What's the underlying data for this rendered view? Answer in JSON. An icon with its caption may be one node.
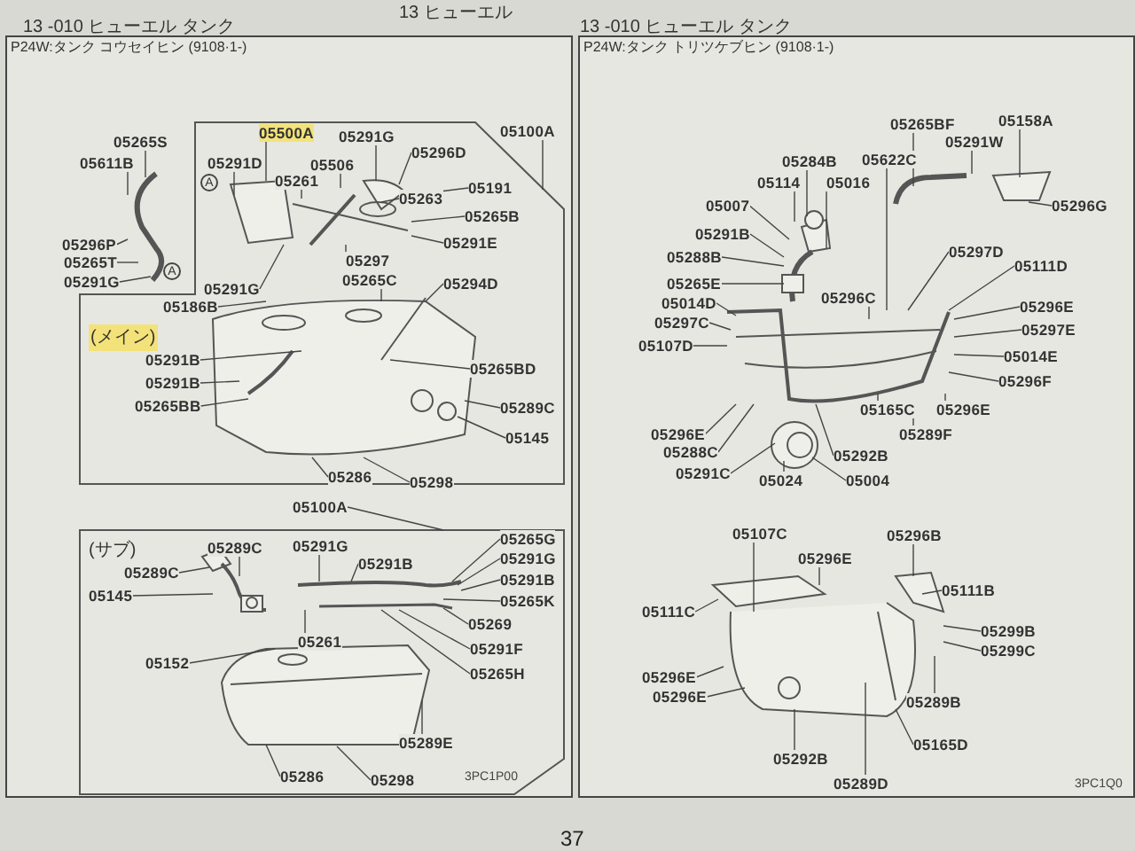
{
  "diagram": {
    "nodes": [
      {
        "text": [
          "P24W:タンク コウセイヒン (9108·1-)"
        ]
      },
      {
        "text": [],
        "shape": "picture",
        "in": 0
      },
      {
        "text": [],
        "shape": "picture",
        "in": 0
      },
      {
        "text": [
          "P24W:タンク トリツケブヒン (9108·1-)"
        ]
      },
      {
        "text": [
          "05265S"
        ],
        "in": 0
      },
      {
        "text": [
          "05611B"
        ],
        "in": 0
      },
      {
        "text": [
          "05296P"
        ],
        "in": 0
      },
      {
        "text": [
          "05265T"
        ],
        "in": 0
      },
      {
        "text": [
          "05291G"
        ],
        "in": 0
      },
      {
        "text": [
          "05500A"
        ],
        "in": 0
      },
      {
        "text": [
          "05291G"
        ],
        "in": 0
      },
      {
        "text": [
          "05296D"
        ],
        "in": 0
      },
      {
        "text": [
          "05100A"
        ],
        "in": 0
      },
      {
        "text": [
          "05291D"
        ],
        "in": 0
      },
      {
        "text": [
          "05506"
        ],
        "in": 0
      },
      {
        "text": [
          "05261"
        ],
        "in": 0
      },
      {
        "text": [
          "05263"
        ],
        "in": 0
      },
      {
        "text": [
          "05191"
        ],
        "in": 0
      },
      {
        "text": [
          "05265B"
        ],
        "in": 0
      },
      {
        "text": [
          "05291E"
        ],
        "in": 0
      },
      {
        "text": [
          "05297"
        ],
        "in": 0
      },
      {
        "text": [
          "05265C"
        ],
        "in": 0
      },
      {
        "text": [
          "05294D"
        ],
        "in": 0
      },
      {
        "text": [
          "05291G"
        ],
        "in": 0
      },
      {
        "text": [
          "05186B"
        ],
        "in": 0
      },
      {
        "text": [
          "05291B"
        ],
        "in": 0
      },
      {
        "text": [
          "05291B"
        ],
        "in": 0
      },
      {
        "text": [
          "05265BB"
        ],
        "in": 0
      },
      {
        "text": [
          "05265BD"
        ],
        "in": 0
      },
      {
        "text": [
          "05289C"
        ],
        "in": 0
      },
      {
        "text": [
          "05145"
        ],
        "in": 0
      },
      {
        "text": [
          "05286"
        ],
        "in": 0
      },
      {
        "text": [
          "05298"
        ],
        "in": 0
      },
      {
        "text": [
          "05100A"
        ],
        "in": 0
      },
      {
        "text": [
          "05289C"
        ],
        "in": 0
      },
      {
        "text": [
          "05291G"
        ],
        "in": 0
      },
      {
        "text": [
          "05289C"
        ],
        "in": 0
      },
      {
        "text": [
          "05145"
        ],
        "in": 0
      },
      {
        "text": [
          "05291B"
        ],
        "in": 0
      },
      {
        "text": [
          "05265G"
        ],
        "in": 0
      },
      {
        "text": [
          "05291G"
        ],
        "in": 0
      },
      {
        "text": [
          "05291B"
        ],
        "in": 0
      },
      {
        "text": [
          "05265K"
        ],
        "in": 0
      },
      {
        "text": [
          "05269"
        ],
        "in": 0
      },
      {
        "text": [
          "05291F"
        ],
        "in": 0
      },
      {
        "text": [
          "05261"
        ],
        "in": 0
      },
      {
        "text": [
          "05265H"
        ],
        "in": 0
      },
      {
        "text": [
          "05152"
        ],
        "in": 0
      },
      {
        "text": [
          "05289E"
        ],
        "in": 0
      },
      {
        "text": [
          "05286"
        ],
        "in": 0
      },
      {
        "text": [
          "05298"
        ],
        "in": 0
      },
      {
        "text": [
          "05265BF"
        ],
        "in": 3
      },
      {
        "text": [
          "05158A"
        ],
        "in": 3
      },
      {
        "text": [
          "05291W"
        ],
        "in": 3
      },
      {
        "text": [
          "05296G"
        ],
        "in": 3
      },
      {
        "text": [
          "05284B"
        ],
        "in": 3
      },
      {
        "text": [
          "05622C"
        ],
        "in": 3
      },
      {
        "text": [
          "05114"
        ],
        "in": 3
      },
      {
        "text": [
          "05016"
        ],
        "in": 3
      },
      {
        "text": [
          "05007"
        ],
        "in": 3
      },
      {
        "text": [
          "05291B"
        ],
        "in": 3
      },
      {
        "text": [
          "05288B"
        ],
        "in": 3
      },
      {
        "text": [
          "05297D"
        ],
        "in": 3
      },
      {
        "text": [
          "05111D"
        ],
        "in": 3
      },
      {
        "text": [
          "05265E"
        ],
        "in": 3
      },
      {
        "text": [
          "05296C"
        ],
        "in": 3
      },
      {
        "text": [
          "05014D"
        ],
        "in": 3
      },
      {
        "text": [
          "05296E"
        ],
        "in": 3
      },
      {
        "text": [
          "05297C"
        ],
        "in": 3
      },
      {
        "text": [
          "05297E"
        ],
        "in": 3
      },
      {
        "text": [
          "05107D"
        ],
        "in": 3
      },
      {
        "text": [
          "05014E"
        ],
        "in": 3
      },
      {
        "text": [
          "05296F"
        ],
        "in": 3
      },
      {
        "text": [
          "05296E"
        ],
        "in": 3
      },
      {
        "text": [
          "05165C"
        ],
        "in": 3
      },
      {
        "text": [
          "05296E"
        ],
        "in": 3
      },
      {
        "text": [
          "05288C"
        ],
        "in": 3
      },
      {
        "text": [
          "05289F"
        ],
        "in": 3
      },
      {
        "text": [
          "05292B"
        ],
        "in": 3
      },
      {
        "text": [
          "05291C"
        ],
        "in": 3
      },
      {
        "text": [
          "05024"
        ],
        "in": 3
      },
      {
        "text": [
          "05004"
        ],
        "in": 3
      },
      {
        "text": [
          "05296B"
        ],
        "in": 3
      },
      {
        "text": [
          "05107C"
        ],
        "in": 3
      },
      {
        "text": [
          "05296E"
        ],
        "in": 3
      },
      {
        "text": [
          "05111B"
        ],
        "in": 3
      },
      {
        "text": [
          "05111C"
        ],
        "in": 3
      },
      {
        "text": [
          "05299B"
        ],
        "in": 3
      },
      {
        "text": [
          "05299C"
        ],
        "in": 3
      },
      {
        "text": [
          "05296E"
        ],
        "in": 3
      },
      {
        "text": [
          "05289B"
        ],
        "in": 3
      },
      {
        "text": [
          "05296E"
        ],
        "in": 3
      },
      {
        "text": [
          "05165D"
        ],
        "in": 3
      },
      {
        "text": [
          "05292B"
        ],
        "in": 3
      },
      {
        "text": [
          "05289D"
        ],
        "in": 3
      },
      {
        "text": [],
        "shape": "picture",
        "in": 0
      },
      {
        "text": [],
        "shape": "picture",
        "in": 0
      },
      {
        "text": [],
        "shape": "picture",
        "in": 0
      },
      {
        "text": [],
        "shape": "picture",
        "in": 0
      },
      {
        "text": [],
        "shape": "picture",
        "in": 3
      },
      {
        "text": [],
        "shape": "picture",
        "in": 3
      },
      {
        "text": [],
        "shape": "picture",
        "in": 3
      },
      {
        "text": [],
        "shape": "picture",
        "in": 3
      },
      {
        "text": [],
        "shape": "picture",
        "in": 3
      }
    ],
    "edges": [
      {
        "from": 4,
        "to": 96,
        "arrow": "none"
      },
      {
        "from": 5,
        "to": 96,
        "arrow": "none"
      },
      {
        "from": 6,
        "to": 96,
        "arrow": "none"
      },
      {
        "from": 7,
        "to": 96,
        "arrow": "none"
      },
      {
        "from": 8,
        "to": 96,
        "arrow": "none"
      },
      {
        "from": 9,
        "to": 95,
        "arrow": "none"
      },
      {
        "from": 10,
        "to": 95,
        "arrow": "none"
      },
      {
        "from": 11,
        "to": 95,
        "arrow": "none"
      },
      {
        "from": 12,
        "to": null,
        "arrow": "none"
      },
      {
        "from": 13,
        "to": 95,
        "arrow": "none"
      },
      {
        "from": 14,
        "to": 95,
        "arrow": "none"
      },
      {
        "from": 15,
        "to": 95,
        "arrow": "none"
      },
      {
        "from": 16,
        "to": 95,
        "arrow": "none"
      },
      {
        "from": 17,
        "to": 95,
        "arrow": "none"
      },
      {
        "from": 18,
        "to": 95,
        "arrow": "none"
      },
      {
        "from": 19,
        "to": 95,
        "arrow": "none"
      },
      {
        "from": 20,
        "to": 95,
        "arrow": "none"
      },
      {
        "from": 21,
        "to": 1,
        "arrow": "none"
      },
      {
        "from": 22,
        "to": 1,
        "arrow": "none"
      },
      {
        "from": 23,
        "to": 95,
        "arrow": "none"
      },
      {
        "from": 24,
        "to": 1,
        "arrow": "none"
      },
      {
        "from": 25,
        "to": 1,
        "arrow": "none"
      },
      {
        "from": 26,
        "to": 1,
        "arrow": "none"
      },
      {
        "from": 27,
        "to": 1,
        "arrow": "none"
      },
      {
        "from": 28,
        "to": 1,
        "arrow": "none"
      },
      {
        "from": 29,
        "to": 1,
        "arrow": "none"
      },
      {
        "from": 30,
        "to": 1,
        "arrow": "none"
      },
      {
        "from": 31,
        "to": 1,
        "arrow": "none"
      },
      {
        "from": 32,
        "to": 1,
        "arrow": "none"
      },
      {
        "from": 33,
        "to": null,
        "arrow": "none"
      },
      {
        "from": 34,
        "to": 98,
        "arrow": "none"
      },
      {
        "from": 35,
        "to": 97,
        "arrow": "none"
      },
      {
        "from": 36,
        "to": 98,
        "arrow": "none"
      },
      {
        "from": 37,
        "to": 98,
        "arrow": "none"
      },
      {
        "from": 38,
        "to": 97,
        "arrow": "none"
      },
      {
        "from": 39,
        "to": 97,
        "arrow": "none"
      },
      {
        "from": 40,
        "to": 97,
        "arrow": "none"
      },
      {
        "from": 41,
        "to": 97,
        "arrow": "none"
      },
      {
        "from": 42,
        "to": 97,
        "arrow": "none"
      },
      {
        "from": 43,
        "to": 97,
        "arrow": "none"
      },
      {
        "from": 44,
        "to": 97,
        "arrow": "none"
      },
      {
        "from": 45,
        "to": 97,
        "arrow": "none"
      },
      {
        "from": 46,
        "to": 97,
        "arrow": "none"
      },
      {
        "from": 47,
        "to": 2,
        "arrow": "none"
      },
      {
        "from": 48,
        "to": 2,
        "arrow": "none"
      },
      {
        "from": 49,
        "to": 2,
        "arrow": "none"
      },
      {
        "from": 50,
        "to": 2,
        "arrow": "none"
      },
      {
        "from": 51,
        "to": 101,
        "arrow": "none"
      },
      {
        "from": 52,
        "to": 101,
        "arrow": "none"
      },
      {
        "from": 53,
        "to": 101,
        "arrow": "none"
      },
      {
        "from": 54,
        "to": 101,
        "arrow": "none"
      },
      {
        "from": 55,
        "to": 102,
        "arrow": "none"
      },
      {
        "from": 56,
        "to": 99,
        "arrow": "none"
      },
      {
        "from": 57,
        "to": 102,
        "arrow": "none"
      },
      {
        "from": 58,
        "to": 102,
        "arrow": "none"
      },
      {
        "from": 59,
        "to": 102,
        "arrow": "none"
      },
      {
        "from": 60,
        "to": 102,
        "arrow": "none"
      },
      {
        "from": 61,
        "to": 102,
        "arrow": "none"
      },
      {
        "from": 62,
        "to": 99,
        "arrow": "none"
      },
      {
        "from": 63,
        "to": 99,
        "arrow": "none"
      },
      {
        "from": 64,
        "to": 102,
        "arrow": "none"
      },
      {
        "from": 65,
        "to": 99,
        "arrow": "none"
      },
      {
        "from": 66,
        "to": 99,
        "arrow": "none"
      },
      {
        "from": 67,
        "to": 99,
        "arrow": "none"
      },
      {
        "from": 68,
        "to": 99,
        "arrow": "none"
      },
      {
        "from": 69,
        "to": 99,
        "arrow": "none"
      },
      {
        "from": 70,
        "to": 99,
        "arrow": "none"
      },
      {
        "from": 71,
        "to": 99,
        "arrow": "none"
      },
      {
        "from": 72,
        "to": 99,
        "arrow": "none"
      },
      {
        "from": 73,
        "to": 99,
        "arrow": "none"
      },
      {
        "from": 74,
        "to": 99,
        "arrow": "none"
      },
      {
        "from": 75,
        "to": 99,
        "arrow": "none"
      },
      {
        "from": 76,
        "to": 99,
        "arrow": "none"
      },
      {
        "from": 77,
        "to": 99,
        "arrow": "none"
      },
      {
        "from": 78,
        "to": 99,
        "arrow": "none"
      },
      {
        "from": 79,
        "to": 100,
        "arrow": "none"
      },
      {
        "from": 80,
        "to": 100,
        "arrow": "none"
      },
      {
        "from": 81,
        "to": 100,
        "arrow": "none"
      },
      {
        "from": 82,
        "to": 103,
        "arrow": "none"
      },
      {
        "from": 83,
        "to": 103,
        "arrow": "none"
      },
      {
        "from": 84,
        "to": 103,
        "arrow": "none"
      },
      {
        "from": 85,
        "to": 103,
        "arrow": "none"
      },
      {
        "from": 86,
        "to": 103,
        "arrow": "none"
      },
      {
        "from": 87,
        "to": 103,
        "arrow": "none"
      },
      {
        "from": 88,
        "to": 103,
        "arrow": "none"
      },
      {
        "from": 89,
        "to": 103,
        "arrow": "none"
      },
      {
        "from": 90,
        "to": 103,
        "arrow": "none"
      },
      {
        "from": 91,
        "to": 103,
        "arrow": "none"
      },
      {
        "from": 92,
        "to": 103,
        "arrow": "none"
      },
      {
        "from": 93,
        "to": 103,
        "arrow": "none"
      },
      {
        "from": 94,
        "to": 103,
        "arrow": "none"
      }
    ],
    "labels": [
      "13 ヒューエル",
      "13 -010 ヒューエル タンク",
      "13 -010 ヒューエル タンク",
      "(メイン)",
      "A",
      "A",
      "(サブ)",
      "3PC1P00",
      "3PC1Q0",
      "37"
    ]
  }
}
